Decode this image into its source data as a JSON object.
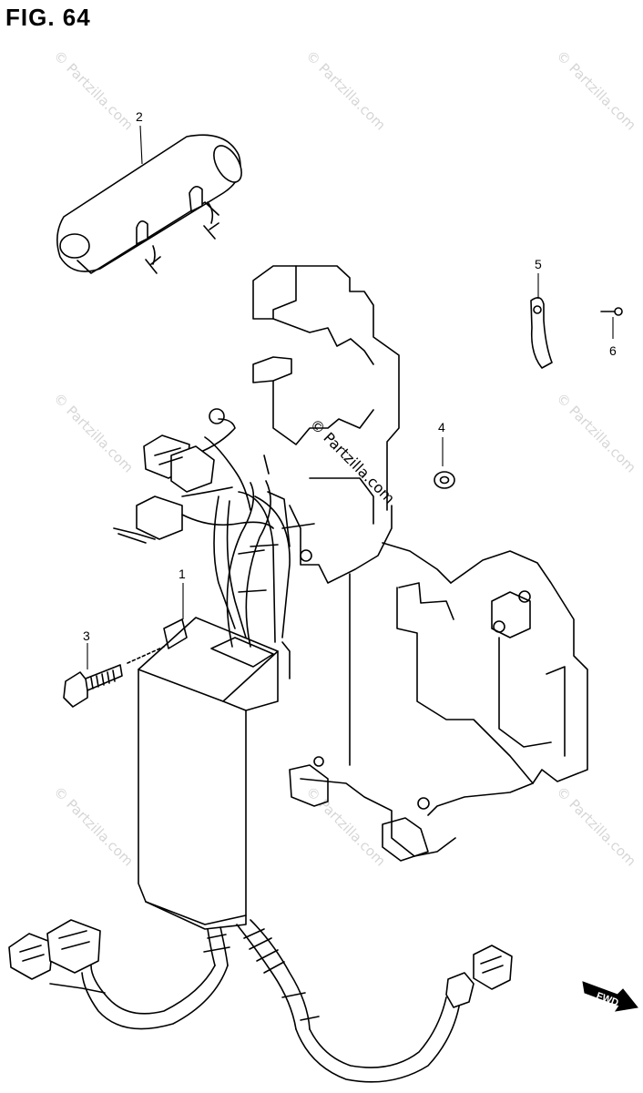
{
  "figure": {
    "title": "FIG. 64"
  },
  "callouts": [
    {
      "id": "1",
      "label": "1"
    },
    {
      "id": "2",
      "label": "2"
    },
    {
      "id": "3",
      "label": "3"
    },
    {
      "id": "4",
      "label": "4"
    },
    {
      "id": "5",
      "label": "5"
    },
    {
      "id": "6",
      "label": "6"
    }
  ],
  "watermark": {
    "text": "© Partzilla.com"
  },
  "direction_arrow": {
    "label": "FWD"
  }
}
